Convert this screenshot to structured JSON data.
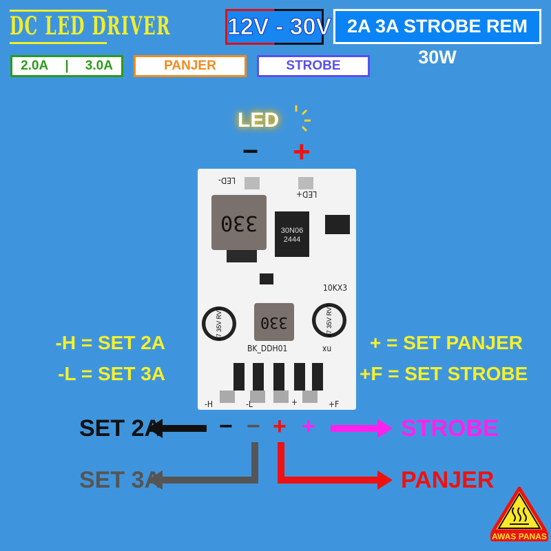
{
  "header": {
    "title": "DC LED DRIVER",
    "voltage": "12V - 30V",
    "spec": "2A 3A STROBE REM 30W"
  },
  "tags": {
    "current_a": "2.0A",
    "separator": "|",
    "current_b": "3.0A",
    "panjer": "PANJER",
    "strobe": "STROBE"
  },
  "led": {
    "label": "LED",
    "minus": "−",
    "plus": "+"
  },
  "pcb": {
    "led_minus": "LED-",
    "led_plus": "LED+",
    "inductor_top": "330",
    "inductor_mid": "330",
    "mosfet": "30N06",
    "mosfet_code": "2444",
    "resistor_note": "10KX3",
    "cap_left": "47 35V RVT",
    "cap_right": "47 35V RVT",
    "board_name": "BK_DDH01",
    "nx": "nx",
    "pad_h": "-H",
    "pad_l": "-L",
    "pad_plus": "+",
    "pad_f": "+F"
  },
  "legend": {
    "left": [
      "-H = SET 2A",
      "-L = SET 3A"
    ],
    "right": [
      "+ = SET PANJER",
      "+F = SET STROBE"
    ]
  },
  "wiring": {
    "set2a": "SET 2A",
    "set3a": "SET 3A",
    "strobe": "STROBE",
    "panjer": "PANJER",
    "pin_h": "−",
    "pin_l": "−",
    "pin_plus": "+",
    "pin_f": "+"
  },
  "warning": {
    "label": "AWAS PANAS"
  },
  "colors": {
    "bg": "#3f95dd",
    "yellow": "#f2ee2a",
    "red": "#ee1111",
    "magenta": "#ff22ee",
    "gray": "#555555"
  }
}
